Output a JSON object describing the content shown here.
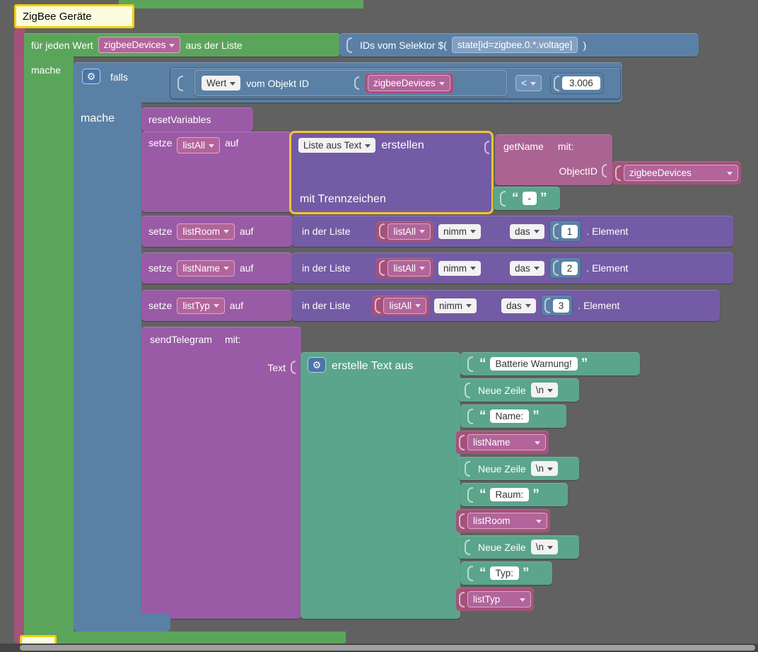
{
  "comment": {
    "label": "ZigBee Geräte"
  },
  "loop": {
    "prefix": "für jeden Wert",
    "variable": "zigbeeDevices",
    "suffix": "aus der Liste",
    "do_label": "mache"
  },
  "selector": {
    "prefix": "IDs vom Selektor $(",
    "value": "state[id=zigbee.0.*.voltage]",
    "suffix": ")"
  },
  "if_block": {
    "label": "falls",
    "do_label": "mache",
    "condition": {
      "attribute": "Wert",
      "label": "vom Objekt ID",
      "variable": "zigbeeDevices",
      "operator": "<",
      "value": "3.006"
    }
  },
  "reset_block": {
    "label": "resetVariables"
  },
  "set_list_all": {
    "setze": "setze",
    "variable": "listAll",
    "auf": "auf"
  },
  "list_create": {
    "dropdown": "Liste aus Text",
    "erstellen": "erstellen",
    "delimiter_label": "mit Trennzeichen",
    "delimiter": "-"
  },
  "get_name": {
    "label": "getName",
    "mit": "mit:",
    "param": "ObjectID",
    "variable": "zigbeeDevices"
  },
  "list_get_rows": [
    {
      "setze": "setze",
      "variable": "listRoom",
      "auf": "auf",
      "prefix": "in der Liste",
      "list": "listAll",
      "op": "nimm",
      "which": "das",
      "index": "1",
      "suffix": ".  Element"
    },
    {
      "setze": "setze",
      "variable": "listName",
      "auf": "auf",
      "prefix": "in der Liste",
      "list": "listAll",
      "op": "nimm",
      "which": "das",
      "index": "2",
      "suffix": ".  Element"
    },
    {
      "setze": "setze",
      "variable": "listTyp",
      "auf": "auf",
      "prefix": "in der Liste",
      "list": "listAll",
      "op": "nimm",
      "which": "das",
      "index": "3",
      "suffix": ".  Element"
    }
  ],
  "send_telegram": {
    "label": "sendTelegram",
    "mit": "mit:",
    "text_label": "Text"
  },
  "text_join": {
    "label": "erstelle Text aus",
    "items": [
      {
        "type": "quote",
        "value": "Batterie Warnung!"
      },
      {
        "type": "newline",
        "label": "Neue Zeile",
        "value": "\\n"
      },
      {
        "type": "quote",
        "value": "Name:"
      },
      {
        "type": "variable",
        "value": "listName"
      },
      {
        "type": "newline",
        "label": "Neue Zeile",
        "value": "\\n"
      },
      {
        "type": "quote",
        "value": "Raum:"
      },
      {
        "type": "variable",
        "value": "listRoom"
      },
      {
        "type": "newline",
        "label": "Neue Zeile",
        "value": "\\n"
      },
      {
        "type": "quote",
        "value": "Typ:"
      },
      {
        "type": "variable",
        "value": "listTyp"
      }
    ]
  },
  "quote_marks": {
    "open": "“",
    "close": "”"
  },
  "colors": {
    "loop_green": "#5ba55b",
    "logic_blue": "#5b80a5",
    "action_purple": "#995ba5",
    "list_violet": "#745ba5",
    "text_teal": "#5ba58c",
    "variable_pink": "#a5527b",
    "selection_yellow": "#fcc331"
  }
}
